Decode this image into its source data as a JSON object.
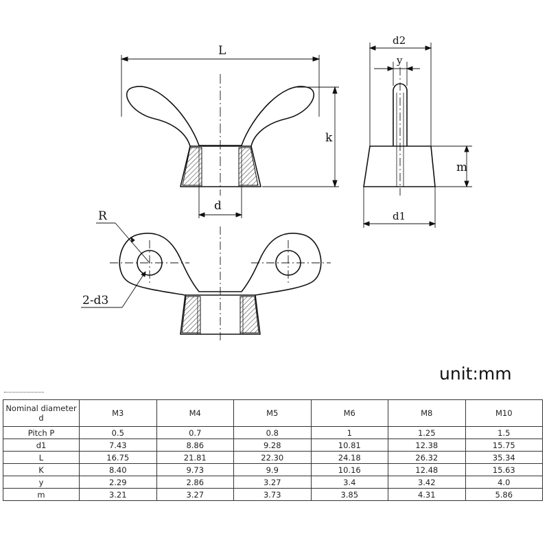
{
  "drawing": {
    "labels": {
      "L": "L",
      "k": "k",
      "d": "d",
      "d2": "d2",
      "y": "y",
      "m": "m",
      "d1": "d1",
      "R": "R",
      "d3": "2-d3"
    },
    "colors": {
      "line": "#111111",
      "hatch": "#444444"
    }
  },
  "unit": "unit:mm",
  "table": {
    "header": {
      "label": "Nominal diameter  d",
      "sizes": [
        "M3",
        "M4",
        "M5",
        "M6",
        "M8",
        "M10"
      ]
    },
    "rows": [
      {
        "label": "Pitch  P",
        "values": [
          "0.5",
          "0.7",
          "0.8",
          "1",
          "1.25",
          "1.5"
        ]
      },
      {
        "label": "d1",
        "values": [
          "7.43",
          "8.86",
          "9.28",
          "10.81",
          "12.38",
          "15.75"
        ]
      },
      {
        "label": "L",
        "values": [
          "16.75",
          "21.81",
          "22.30",
          "24.18",
          "26.32",
          "35.34"
        ]
      },
      {
        "label": "K",
        "values": [
          "8.40",
          "9.73",
          "9.9",
          "10.16",
          "12.48",
          "15.63"
        ]
      },
      {
        "label": "y",
        "values": [
          "2.29",
          "2.86",
          "3.27",
          "3.4",
          "3.42",
          "4.0"
        ]
      },
      {
        "label": "m",
        "values": [
          "3.21",
          "3.27",
          "3.73",
          "3.85",
          "4.31",
          "5.86"
        ]
      }
    ]
  }
}
